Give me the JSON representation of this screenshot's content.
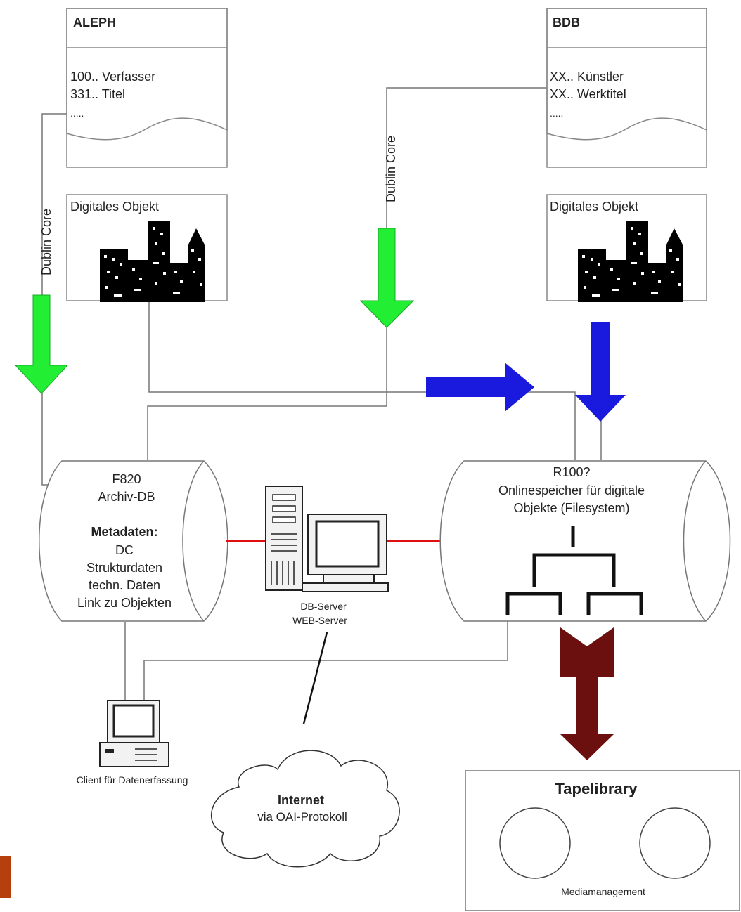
{
  "aleph": {
    "title": "ALEPH",
    "lines": [
      "100.. Verfasser",
      "331.. Titel",
      "....."
    ]
  },
  "bdb": {
    "title": "BDB",
    "lines": [
      "XX.. Künstler",
      "XX.. Werktitel",
      "....."
    ]
  },
  "digital_object_left": {
    "label": "Digitales Objekt"
  },
  "digital_object_right": {
    "label": "Digitales Objekt"
  },
  "dublin_core_left": "Dublin Core",
  "dublin_core_mid": "Dublin Core",
  "archiv_db": {
    "lines": [
      "F820",
      "Archiv-DB"
    ],
    "meta_heading": "Metadaten:",
    "meta_lines": [
      "DC",
      "Strukturdaten",
      "techn. Daten",
      "Link zu Objekten"
    ]
  },
  "server": {
    "lines": [
      "DB-Server",
      "WEB-Server"
    ]
  },
  "online_storage": {
    "lines": [
      "R100?",
      "Onlinespeicher für digitale",
      "Objekte (Filesystem)"
    ]
  },
  "client": {
    "label": "Client für Datenerfassung"
  },
  "internet": {
    "title": "Internet",
    "subtitle": "via OAI-Protokoll"
  },
  "tapelibrary": {
    "title": "Tapelibrary",
    "caption": "Mediamanagement"
  },
  "colors": {
    "green_arrow": "#22ee33",
    "blue_arrow": "#1a1adf",
    "red_link": "#e01010",
    "brown_arrow": "#6b0f0f",
    "corner_block": "#b5400d"
  },
  "icons": [
    "city-icon",
    "computer-icon",
    "tree-icon",
    "cloud-icon",
    "tape-reel-icon"
  ]
}
